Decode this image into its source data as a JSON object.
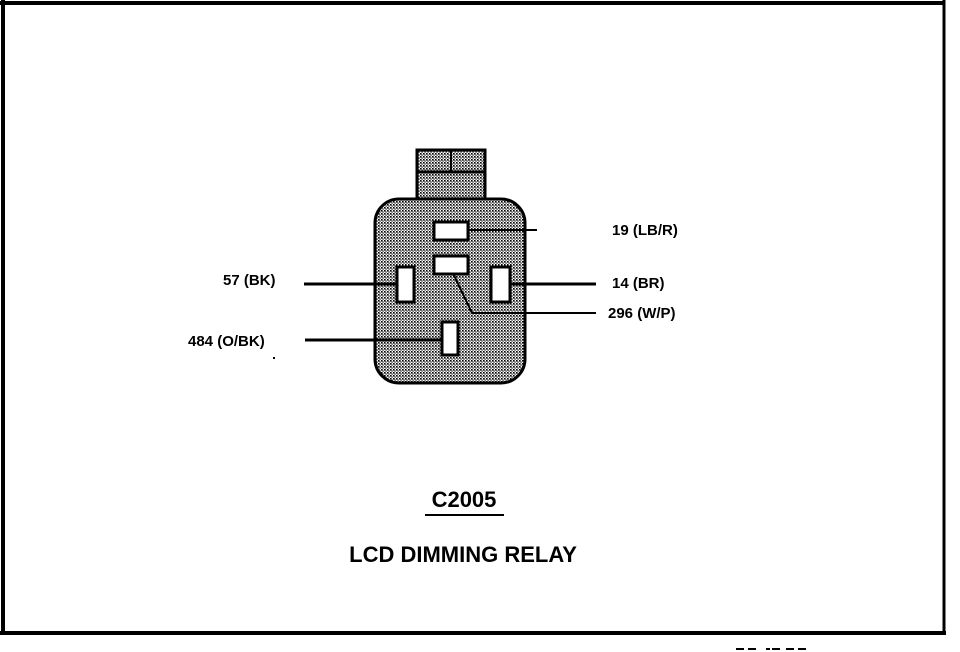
{
  "connector": {
    "id": "C2005",
    "name": "LCD DIMMING RELAY"
  },
  "wires": {
    "lb_r": "19 (LB/R)",
    "br": "14 (BR)",
    "w_p": "296 (W/P)",
    "bk": "57 (BK)",
    "o_bk": "484 (O/BK)"
  },
  "colors": {
    "line": "#000000",
    "body_fill": "#c8c8c8",
    "terminal_fill": "#ffffff",
    "background": "#ffffff"
  }
}
